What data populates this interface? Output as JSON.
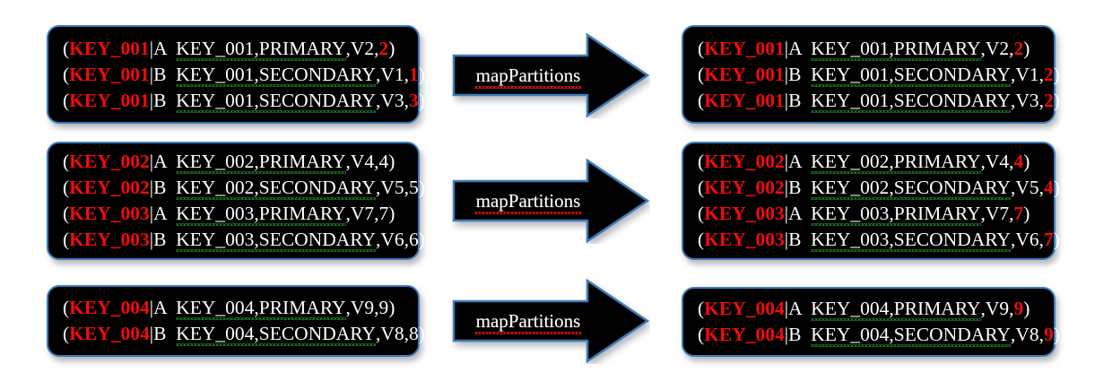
{
  "diagram": {
    "title": "mapPartitions key-grouping transformation",
    "background_color": "#ffffff",
    "box_border_color": "#3c7cba",
    "box_fill_color": "#000000",
    "key_color": "#f10b0b",
    "text_color": "#ffffff",
    "squiggle_green": "#1d7a22",
    "squiggle_red": "#d21414"
  },
  "arrows": [
    {
      "label": "mapPartitions"
    },
    {
      "label": "mapPartitions"
    },
    {
      "label": "mapPartitions"
    }
  ],
  "input_partitions": [
    {
      "rows": [
        {
          "open": "(",
          "key": "KEY_001",
          "bar": "|",
          "tag": "A",
          "gap": "  ",
          "payload_underlined": "KEY_001,PRIMARY",
          "payload_rest": ",V2,",
          "num": "2",
          "close": ")"
        },
        {
          "open": "(",
          "key": "KEY_001",
          "bar": "|",
          "tag": "B",
          "gap": "  ",
          "payload_underlined": "KEY_001,SECONDARY",
          "payload_rest": ",V1,",
          "num": "1",
          "close": ")"
        },
        {
          "open": "(",
          "key": "KEY_001",
          "bar": "|",
          "tag": "B",
          "gap": "  ",
          "payload_underlined": "KEY_001,SECONDARY",
          "payload_rest": ",V3,",
          "num": "3",
          "close": ")"
        }
      ]
    },
    {
      "rows": [
        {
          "open": "(",
          "key": "KEY_002",
          "bar": "|",
          "tag": "A",
          "gap": "  ",
          "payload_underlined": "KEY_002,PRIMARY",
          "payload_rest": ",V4,4",
          "num": "",
          "close": ")"
        },
        {
          "open": "(",
          "key": "KEY_002",
          "bar": "|",
          "tag": "B",
          "gap": "  ",
          "payload_underlined": "KEY_002,SECONDARY",
          "payload_rest": ",V5,5",
          "num": "",
          "close": ")"
        },
        {
          "open": "(",
          "key": "KEY_003",
          "bar": "|",
          "tag": "A",
          "gap": "  ",
          "payload_underlined": "KEY_003,PRIMARY",
          "payload_rest": ",V7,7",
          "num": "",
          "close": ")"
        },
        {
          "open": "(",
          "key": "KEY_003",
          "bar": "|",
          "tag": "B",
          "gap": "  ",
          "payload_underlined": "KEY_003,SECONDARY",
          "payload_rest": ",V6,6",
          "num": "",
          "close": ")"
        }
      ]
    },
    {
      "rows": [
        {
          "open": "(",
          "key": "KEY_004",
          "bar": "|",
          "tag": "A",
          "gap": "  ",
          "payload_underlined": "KEY_004,PRIMARY",
          "payload_rest": ",V9,9",
          "num": "",
          "close": ")"
        },
        {
          "open": "(",
          "key": "KEY_004",
          "bar": "|",
          "tag": "B",
          "gap": "  ",
          "payload_underlined": "KEY_004,SECONDARY",
          "payload_rest": ",V8,8",
          "num": "",
          "close": ")"
        }
      ]
    }
  ],
  "output_partitions": [
    {
      "rows": [
        {
          "open": "(",
          "key": "KEY_001",
          "bar": "|",
          "tag": "A",
          "gap": "  ",
          "payload_underlined": "KEY_001,PRIMARY",
          "payload_rest": ",V2,",
          "num": "2",
          "close": ")"
        },
        {
          "open": "(",
          "key": "KEY_001",
          "bar": "|",
          "tag": "B",
          "gap": "  ",
          "payload_underlined": "KEY_001,SECONDARY",
          "payload_rest": ",V1,",
          "num": "2",
          "close": ")"
        },
        {
          "open": "(",
          "key": "KEY_001",
          "bar": "|",
          "tag": "B",
          "gap": "  ",
          "payload_underlined": "KEY_001,SECONDARY",
          "payload_rest": ",V3,",
          "num": "2",
          "close": ")"
        }
      ]
    },
    {
      "rows": [
        {
          "open": "(",
          "key": "KEY_002",
          "bar": "|",
          "tag": "A",
          "gap": "  ",
          "payload_underlined": "KEY_002,PRIMARY",
          "payload_rest": ",V4,",
          "num": "4",
          "close": ")"
        },
        {
          "open": "(",
          "key": "KEY_002",
          "bar": "|",
          "tag": "B",
          "gap": "  ",
          "payload_underlined": "KEY_002,SECONDARY",
          "payload_rest": ",V5,",
          "num": "4",
          "close": ")"
        },
        {
          "open": "(",
          "key": "KEY_003",
          "bar": "|",
          "tag": "A",
          "gap": "  ",
          "payload_underlined": "KEY_003,PRIMARY",
          "payload_rest": ",V7,",
          "num": "7",
          "close": ")"
        },
        {
          "open": "(",
          "key": "KEY_003",
          "bar": "|",
          "tag": "B",
          "gap": "  ",
          "payload_underlined": "KEY_003,SECONDARY",
          "payload_rest": ",V6,",
          "num": "7",
          "close": ")"
        }
      ]
    },
    {
      "rows": [
        {
          "open": "(",
          "key": "KEY_004",
          "bar": "|",
          "tag": "A",
          "gap": "  ",
          "payload_underlined": "KEY_004,PRIMARY",
          "payload_rest": ",V9,",
          "num": "9",
          "close": ")"
        },
        {
          "open": "(",
          "key": "KEY_004",
          "bar": "|",
          "tag": "B",
          "gap": "  ",
          "payload_underlined": "KEY_004,SECONDARY",
          "payload_rest": ",V8,",
          "num": "9",
          "close": ")"
        }
      ]
    }
  ]
}
